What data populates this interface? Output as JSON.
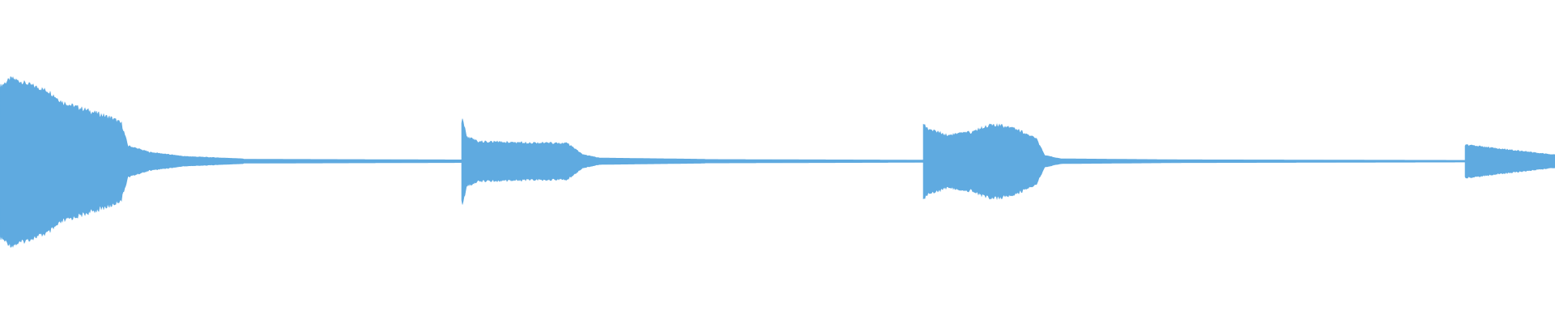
{
  "waveform": {
    "color": "#5faae0",
    "events": [
      {
        "name": "event-1",
        "kind": "decay"
      },
      {
        "name": "event-2",
        "kind": "burst"
      },
      {
        "name": "event-3",
        "kind": "swell"
      },
      {
        "name": "event-4",
        "kind": "partial-decay"
      }
    ]
  }
}
